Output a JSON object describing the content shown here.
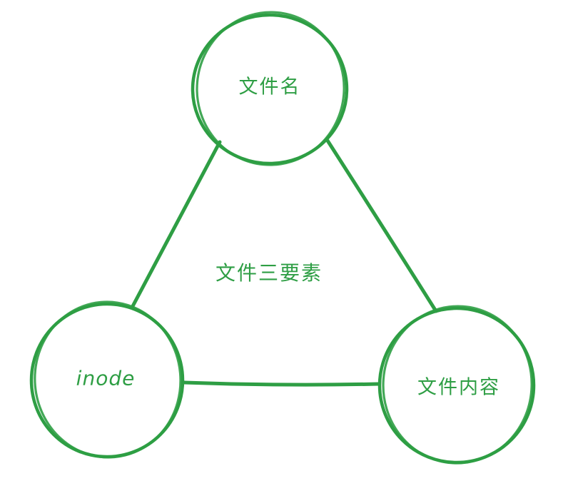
{
  "diagram": {
    "title": "文件三要素",
    "accent_color": "#2e9e44",
    "background_color": "#ffffff",
    "nodes": [
      {
        "id": "filename",
        "label": "文件名"
      },
      {
        "id": "inode",
        "label": "inode"
      },
      {
        "id": "file_content",
        "label": "文件内容"
      }
    ],
    "edges": [
      {
        "from": "filename",
        "to": "inode"
      },
      {
        "from": "filename",
        "to": "file_content"
      },
      {
        "from": "inode",
        "to": "file_content"
      }
    ]
  }
}
